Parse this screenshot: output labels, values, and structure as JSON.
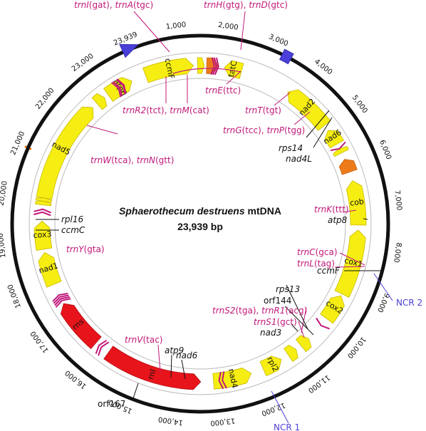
{
  "diagram": {
    "title_species": "Sphaerothecum destruens",
    "title_suffix": "mtDNA",
    "subtitle": "23,939 bp",
    "total_length": 23939,
    "colors": {
      "protein": "#f6ee12",
      "protein_stroke": "#c9b800",
      "rrna": "#e8141b",
      "orf": "#ee7b1a",
      "ncr": "#4a3fd8",
      "trna": "#c0187a",
      "ring": "#111111",
      "inner": "#aaaaaa"
    },
    "ticks": [
      "1,000",
      "2,000",
      "3,000",
      "4,000",
      "5,000",
      "6,000",
      "7,000",
      "8,000",
      "9,000",
      "10,000",
      "11,000",
      "12,000",
      "13,000",
      "14,000",
      "15,000",
      "16,000",
      "17,000",
      "18,000",
      "19,000",
      "20,000",
      "21,000",
      "22,000",
      "23,000",
      "23,939"
    ],
    "genes": [
      {
        "name": "rns",
        "start": 16170,
        "end": 17400,
        "kind": "rrna",
        "dir": 1
      },
      {
        "name": "rnl",
        "start": 13420,
        "end": 15790,
        "kind": "rrna",
        "dir": -1
      },
      {
        "name": "nad1",
        "start": 17920,
        "end": 18720,
        "kind": "protein",
        "dir": 1
      },
      {
        "name": "cox3",
        "start": 18800,
        "end": 19480,
        "kind": "protein",
        "dir": 1
      },
      {
        "name": "nad5",
        "start": 20040,
        "end": 22560,
        "kind": "protein",
        "dir": 1
      },
      {
        "name": "atp6",
        "start": 23040,
        "end": 23700,
        "kind": "protein",
        "dir": 1
      },
      {
        "name": "ccmF",
        "start": 120,
        "end": 1300,
        "kind": "protein",
        "dir": 1
      },
      {
        "name": "tatC",
        "start": 2050,
        "end": 2470,
        "kind": "protein",
        "dir": -1
      },
      {
        "name": "nad2",
        "start": 3700,
        "end": 4900,
        "kind": "protein",
        "dir": -1
      },
      {
        "name": "nad6",
        "start": 5050,
        "end": 5440,
        "kind": "protein",
        "dir": -1
      },
      {
        "name": "cob",
        "start": 6400,
        "end": 7480,
        "kind": "protein",
        "dir": -1
      },
      {
        "name": "cox1",
        "start": 7600,
        "end": 9200,
        "kind": "protein",
        "dir": -1
      },
      {
        "name": "cox2",
        "start": 9250,
        "end": 9900,
        "kind": "protein",
        "dir": -1
      },
      {
        "name": "rpl2",
        "start": 11380,
        "end": 11870,
        "kind": "protein",
        "dir": -1
      },
      {
        "name": "nad4",
        "start": 12180,
        "end": 13110,
        "kind": "protein",
        "dir": -1
      },
      {
        "name": "",
        "start": 10550,
        "end": 10800,
        "kind": "protein",
        "dir": -1
      },
      {
        "name": "",
        "start": 10950,
        "end": 11180,
        "kind": "protein",
        "dir": -1
      },
      {
        "name": "",
        "start": 19870,
        "end": 19960,
        "kind": "protein",
        "dir": 1
      },
      {
        "name": "",
        "start": 19960,
        "end": 20040,
        "kind": "protein",
        "dir": 1
      },
      {
        "name": "",
        "start": 22700,
        "end": 22930,
        "kind": "protein",
        "dir": 1
      },
      {
        "name": "",
        "start": 1400,
        "end": 1560,
        "kind": "protein",
        "dir": 1
      },
      {
        "name": "",
        "start": 5560,
        "end": 5680,
        "kind": "protein",
        "dir": -1
      },
      {
        "name": "",
        "start": 1620,
        "end": 1890,
        "kind": "orf",
        "dir": 1
      },
      {
        "name": "",
        "start": 5850,
        "end": 6180,
        "kind": "orf",
        "dir": -1
      }
    ],
    "trna_marks": [
      15960,
      16030,
      17440,
      17490,
      17540,
      17590,
      19650,
      19720,
      12850,
      12930,
      23290,
      23330,
      23420,
      23440,
      10070,
      1760,
      1810,
      1860,
      5520
    ],
    "ncrs": [
      {
        "label": "NCR 1",
        "start": 3180,
        "end": 3380
      },
      {
        "label": "NCR 2",
        "start": 23830,
        "end": 23939
      }
    ],
    "labels": {
      "trnI_trnA": {
        "a": "trnI",
        "a_anticodon": "(gat), ",
        "b": "trnA",
        "b_anticodon": "(tgc)"
      },
      "trnH_trnD": {
        "a": "trnH",
        "a_anticodon": "(gtg), ",
        "b": "trnD",
        "b_anticodon": "(gtc)"
      },
      "trnE": {
        "a": "trnE",
        "a_anticodon": "(ttc)"
      },
      "trnR2_trnM": {
        "a": "trnR2",
        "a_anticodon": "(tct), ",
        "b": "trnM",
        "b_anticodon": "(cat)"
      },
      "trnT": {
        "a": "trnT",
        "a_anticodon": "(tgt)"
      },
      "trnG_trnP": {
        "a": "trnG",
        "a_anticodon": "(tcc), ",
        "b": "trnP",
        "b_anticodon": "(tgg)"
      },
      "trnW_trnN": {
        "a": "trnW",
        "a_anticodon": "(tca), ",
        "b": "trnN",
        "b_anticodon": "(gtt)"
      },
      "trnK": {
        "a": "trnK",
        "a_anticodon": "(ttt)"
      },
      "trnY": {
        "a": "trnY",
        "a_anticodon": "(gta)"
      },
      "trnC": {
        "a": "trnC",
        "a_anticodon": "(gca)"
      },
      "trnL": {
        "a": "trnL",
        "a_anticodon": "(tag)"
      },
      "trnS2_trnR1": {
        "a": "trnS2",
        "a_anticodon": "(tga), ",
        "b": "trnR1",
        "b_anticodon": "(acg)"
      },
      "trnS1": {
        "a": "trnS1",
        "a_anticodon": "(gct)"
      },
      "trnV": {
        "a": "trnV",
        "a_anticodon": "(tac)"
      },
      "rps14": "rps14",
      "nad4L": "nad4L",
      "atp8": "atp8",
      "ccmF_small": "ccmF",
      "rpl16": "rpl16",
      "ccmC": "ccmC",
      "rps13": "rps13",
      "orf144": "orf144",
      "nad3": "nad3",
      "atp9": "atp9",
      "nad6": "nad6",
      "orf167": "orf167"
    }
  }
}
